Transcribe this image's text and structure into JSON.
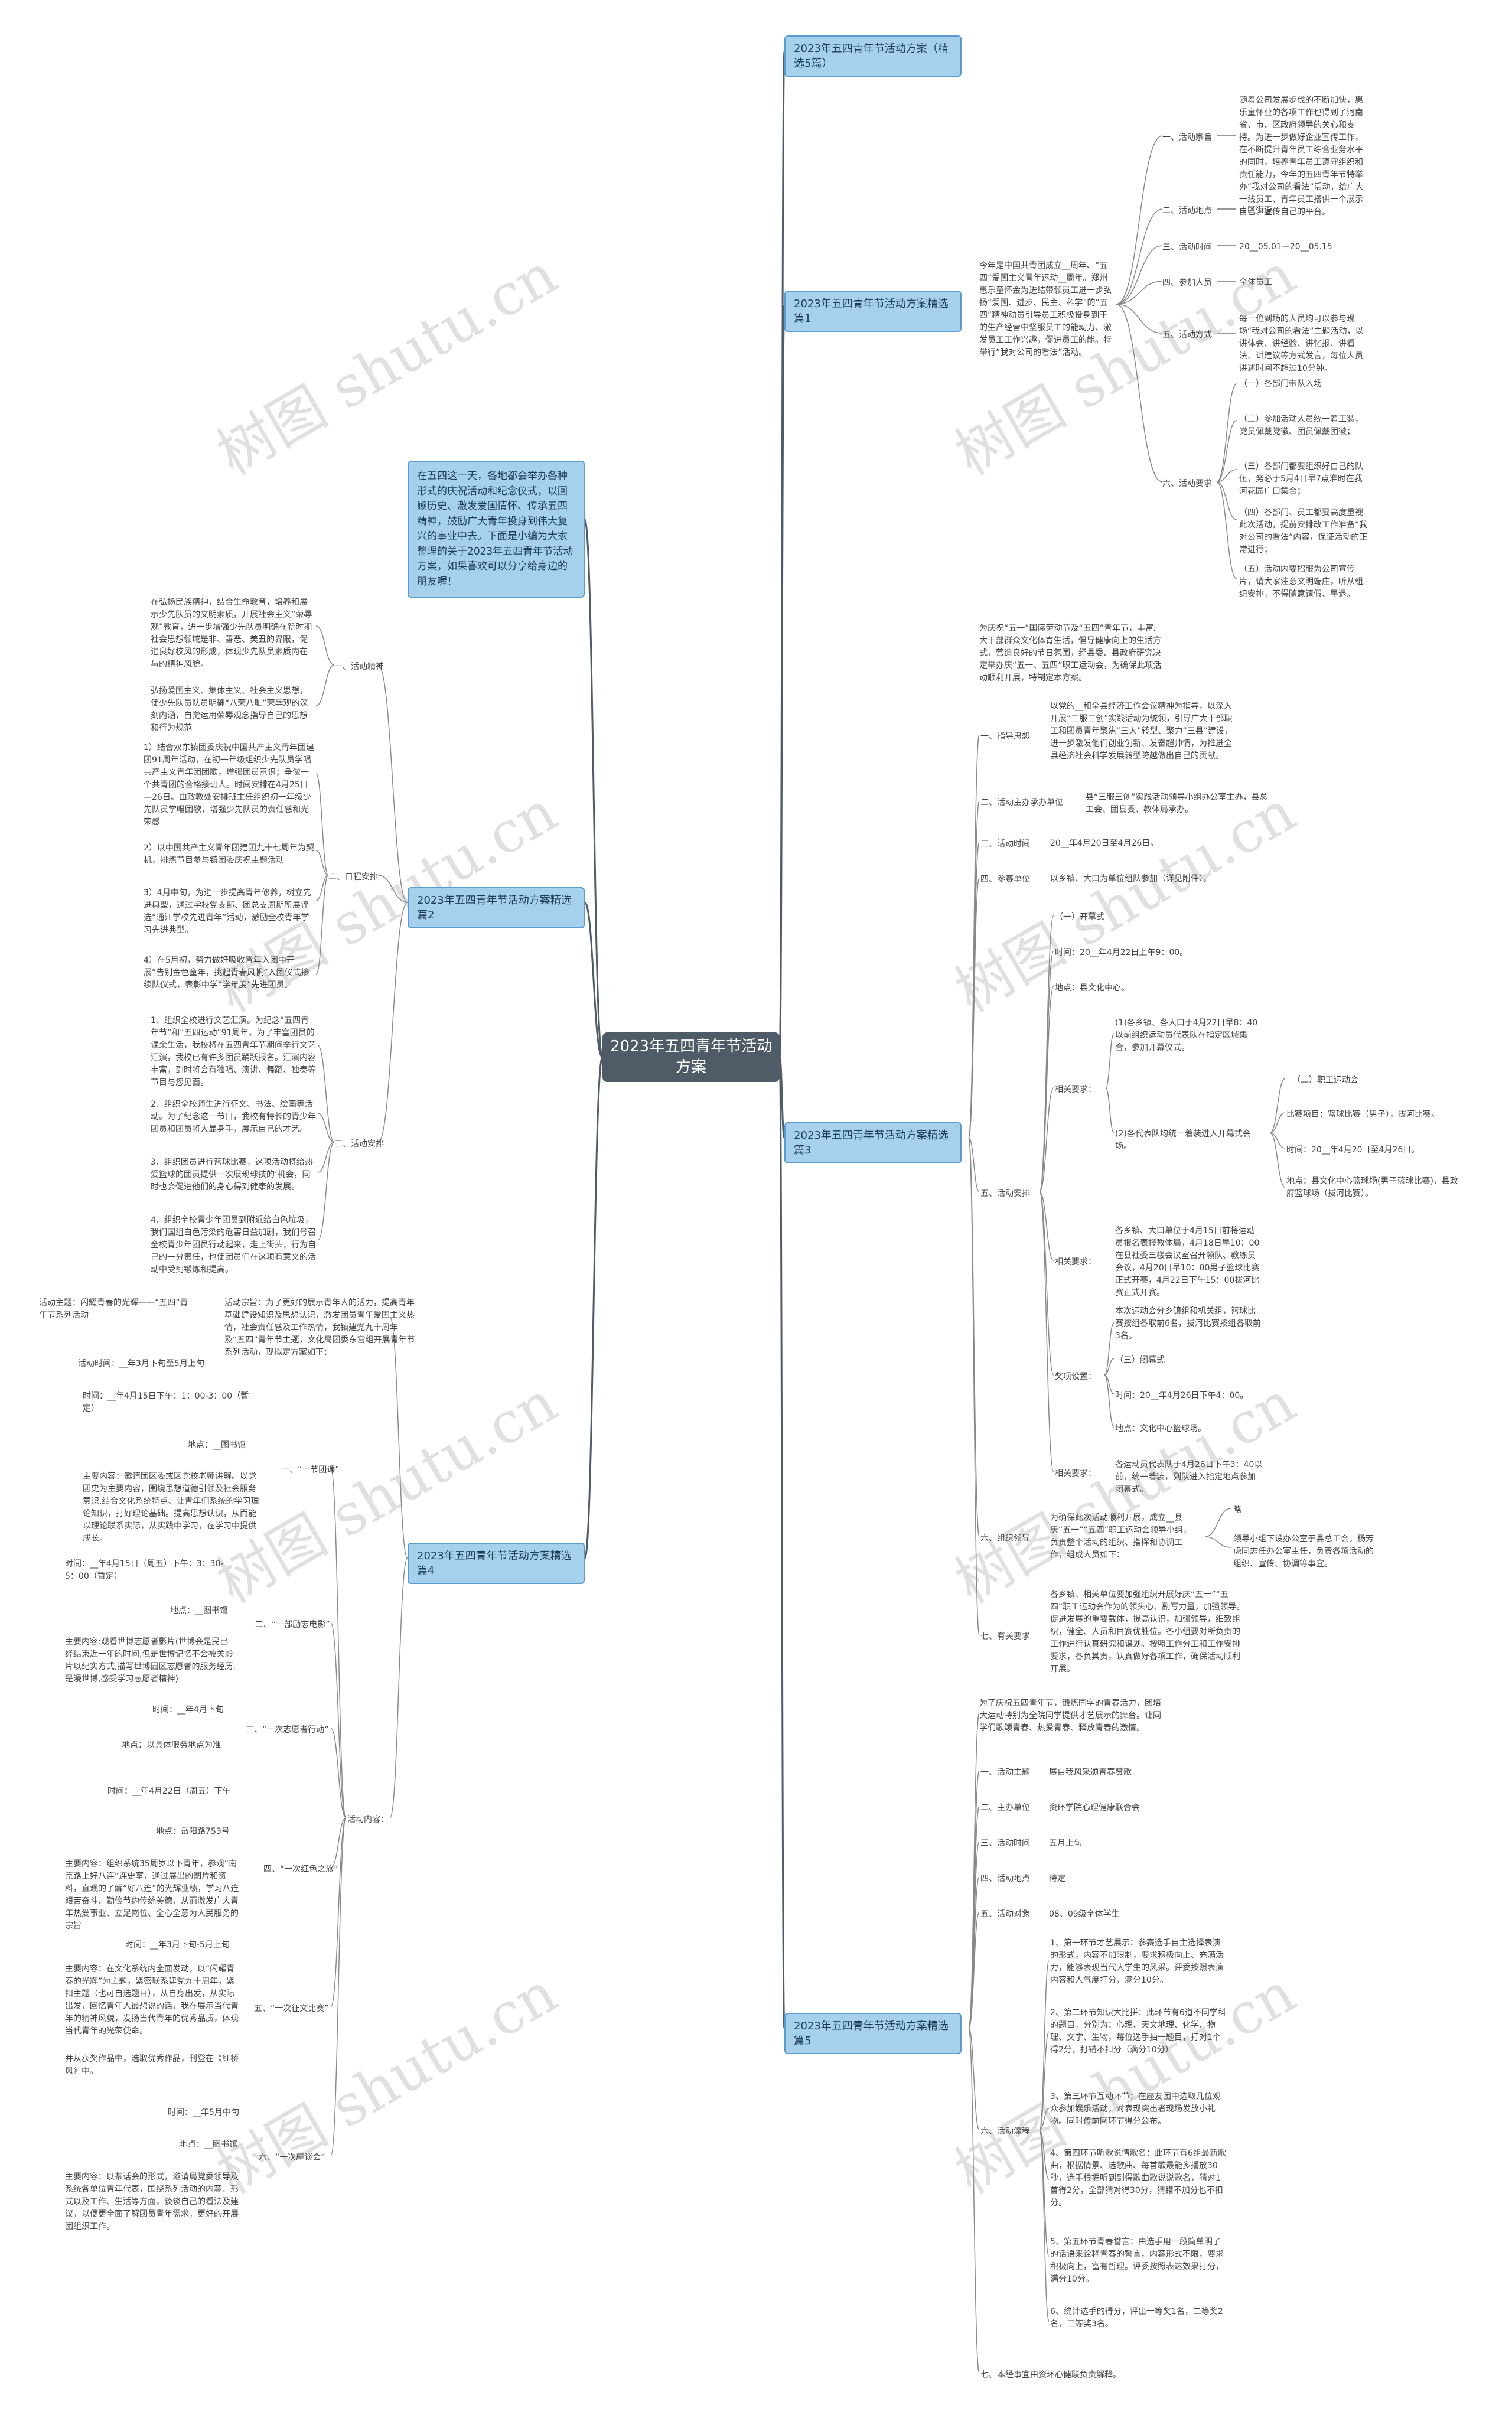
{
  "watermark": "树图 shutu.cn",
  "root": {
    "title": "2023年五四青年节活动方案"
  },
  "intro": "在五四这一天，各地都会举办各种形式的庆祝活动和纪念仪式，以回顾历史、激发爱国情怀、传承五四精神，鼓励广大青年投身到伟大复兴的事业中去。下面是小编为大家整理的关于2023年五四青年节活动方案，如果喜欢可以分享给身边的朋友喔！",
  "branches": [
    {
      "label": "2023年五四青年节活动方案（精选5篇）"
    },
    {
      "label": "2023年五四青年节活动方案精选篇1"
    },
    {
      "label": "2023年五四青年节活动方案精选篇2"
    },
    {
      "label": "2023年五四青年节活动方案精选篇3"
    },
    {
      "label": "2023年五四青年节活动方案精选篇4"
    },
    {
      "label": "2023年五四青年节活动方案精选篇5"
    }
  ],
  "p1": {
    "intro": "今年是中国共青团成立__周年、“五四”爱国主义青年运动__周年。郑州惠乐童怀金为进结带领员工进一步弘扬“爱国、进步、民主、科学”的“五四”精神动员引导员工积极投身到于的生产经营中坚服员工的能动力、激发员工工作兴趣，促进员工的能。特举行“我对公司的看法”活动。",
    "items": [
      {
        "label": "一、活动宗旨",
        "text": "随着公司发展步伐的不断加快，惠乐童怀业的各项工作也得到了河南省、市、区政府领导的关心和支持。为进一步做好企业宣传工作，在不断提升青年员工综合业务水平的同时，培养青年员工遵守组织和责任能力，今年的五四青年节特举办“我对公司的看法”活动，给广大一线员工、青年员工搭供一个展示自己、宣传自己的平台。"
      },
      {
        "label": "二、活动地点",
        "text": "市区街道"
      },
      {
        "label": "三、活动时间",
        "text": "20__05.01—20__05.15"
      },
      {
        "label": "四、参加人员",
        "text": "全体员工"
      },
      {
        "label": "五、活动方式",
        "text": "每一位到场的人员均可以参与现场“我对公司的看法”主题活动，以讲体会、讲经验、讲忆报、讲看法、讲建议等方式发言，每位人员讲述时间不超过10分钟。"
      },
      {
        "label": "六、活动要求",
        "subs": [
          "（一）各部门带队入场",
          "（二）参加活动人员统一着工装，党员佩戴党徽、团员佩戴团徽；",
          "（三）各部门都要组织好自己的队伍，务必于5月4日早7点准时在我河花园广口集合；",
          "（四）各部门、员工都要高度重视此次活动，提前安排改工作准备“我对公司的看法”内容，保证活动的正常进行；",
          "（五）活动内要招服为公司宣传片，请大家注意文明端庄，听从组织安排，不得随意请假、早退。"
        ]
      }
    ]
  },
  "p2": {
    "sections": [
      {
        "label": "一、活动精神",
        "paras": [
          "在弘扬民族精神，结合生命教育，培养和展示少先队员的文明素质，开展社会主义“荣辱观”教育，进一步增强少先队员明确在新时期社会思想领域是非、善恶、美丑的界限，促进良好校风的形成，体现少先队员素质内在与的精神风貌。",
          "弘扬爱国主义、集体主义、社会主义思想，使少先队员队员明确“八荣八耻”荣辱观的深刻内涵，自觉运用荣辱观念指导自己的思想和行为规范"
        ]
      },
      {
        "label": "二、日程安排",
        "paras": [
          "1）结合双东镇团委庆祝中国共产主义青年团建团91周年活动，在初一年级组织少先队员学唱共产主义青年团团歌，增强团员意识；争做一个共青团的合格接班人。时间安排在4月25日—26日。由政教处安排班主任组织初一年级少先队员学唱团歌，增强少先队员的责任感和光荣感",
          "2）以中国共产主义青年团建团九十七周年为契机，排练节目参与镇团委庆祝主题活动",
          "3）4月中旬，为进一步提高青年修养，树立先进典型，通过学校党支部、团总支周期所展评选“通江学校先进青年”活动，激励全校青年学习先进典型。",
          "4）在5月初，努力做好吸收青年入团中开展“告别金色童年，挑起青春风帆”入团仪式接续队仪式，表彰中学“学年度”先进团员。"
        ]
      },
      {
        "label": "三、活动安排",
        "paras": [
          "1、组织全校进行文艺汇演。为纪念“五四青年节”和“五四运动”91周年，为了丰富团员的课余生活，我校将在五四青年节期间举行文艺汇演，我校已有许多团员踊跃报名。汇演内容丰富，到时将会有独唱、演讲、舞蹈、独奏等节目与您见面。",
          "2、组织全校师生进行征文、书法、绘画等活动。为了纪念这一节日，我校有特长的青少年团员和团员将大显身手，展示自己的才艺。",
          "3、组织团员进行篮球比赛，这项活动将给热爱篮球的团员提供一次展现球技的‘机会，同时也会促进他们的身心得到健康的发展。",
          "4、组织全校青少年团员到附近给白色垃圾，我们国组白色污染的危害日益加剧，我们号召全校青少年团员行动起来，走上街头，行为自己的一分责任，也使团员们在这项有意义的活动中受到锻炼和提高。"
        ]
      }
    ]
  },
  "p3": {
    "intro": "为庆祝“五一”国际劳动节及“五四”青年节，丰富广大干部群众文化体育生活，倡导健康向上的生活方式，营造良好的节日氛围，经县委、县政府研究决定举办庆“五一、五四”职工运动会，为确保此项活动顺利开展，特制定本方案。",
    "items": [
      {
        "label": "一、指导思想",
        "text": "以党的__和全县经济工作会议精神为指导，以深入开展“三服三创”实践活动为统领，引导广大干部职工和团员青年聚焦“三大”转型、聚力“三县”建设，进一步激发他们创业创新、发奋超帅情，为推进全县经济社会科学发展转型跨越做出自己的贡献。"
      },
      {
        "label": "二、活动主办承办单位",
        "text": "县“三服三创”实践活动领导小组办公室主办，县总工会、团县委、教体局承办。"
      },
      {
        "label": "三、活动时间",
        "text": "20__年4月20日至4月26日。"
      },
      {
        "label": "四、参赛单位",
        "text": "以乡镇、大口为单位组队参加（详见附件）。"
      },
      {
        "label": "五、活动安排"
      },
      {
        "label": "六、组织领导",
        "text": "为确保此次活动顺利开展，成立__县庆“五一”“五四”职工运动会领导小组，负责整个活动的组织、指挥和协调工作，组成人员如下："
      },
      {
        "label": "七、有关要求",
        "text": "各乡镇、相关单位要加强组织开展好庆“五一”“五四”职工运动会作为的领头心、副写力量，加强领导。促进发展的重要载体，提高认识，加强领导，细致组织，健全、人员和目赛优胜位。各小组要对所负责的工作进行认真研究和谋划。按照工作分工和工作安排要求，各负其责，认真做好各项工作，确保活动顺利开展。"
      }
    ],
    "opening": "（一）开幕式",
    "opening_time": "时间：20__年4月22日上午9：00。",
    "opening_place": "地点：县文化中心。",
    "req_label": "相关要求：",
    "req1": "(1)各乡镇、各大口于4月22日早8：40以前组织运动员代表队在指定区域集合，参加开幕仪式。",
    "req2": "(2)各代表队均统一着装进入开幕式会场。",
    "staff_meet": "（二）职工运动会",
    "projects": "比赛项目：篮球比赛（男子），拔河比赛。",
    "meet_time": "时间：20__年4月20日至4月26日。",
    "meet_place": "地点：县文化中心篮球场(男子篮球比赛)，县政府篮球场（拔河比赛）。",
    "req3": "各乡镇、大口单位于4月15日前将运动员报名表报教体局，4月18日早10：00在县社委三楼会议室召开领队、教练员会议，4月20日早10：00男子篮球比赛正式开赛，4月22日下午15：00拔河比赛正式开赛。",
    "award_label": "奖项设置：",
    "award_text": "本次运动会分乡镇组和机关组，篮球比赛按组各取前6名，拔河比赛按组各取前3名。",
    "closing": "（三）闭幕式",
    "closing_time": "时间：20__年4月26日下午4：00。",
    "closing_place": "地点：文化中心篮球场。",
    "req4": "各运动员代表队于4月26日下午3：40以前，统一着装，列队进入指定地点参加闭幕式。",
    "leader_head": "略",
    "leader_text": "领导小组下设办公室于县总工会，杨芳虎同志任办公室主任，负责各项活动的组织、宣传、协调等事宜。"
  },
  "p4": {
    "subject": "活动主题：闪耀青春的光辉——“五四”青年节系列活动",
    "period": "活动时间：__年3月下旬至5月上旬",
    "purpose": "活动宗旨：为了更好的展示青年人的活力，提高青年基础建设知识及思想认识，激发团员青年爱国主义热情，社会责任感及工作热情，我镇建党九十周年及“五四”青年节主题，文化局团委东宫组开展青年节系列活动，现拟定方案如下：",
    "content_label": "活动内容：",
    "acts": [
      {
        "label": "一、“一节团课”",
        "time": "时间：__年4月15日下午：1：00-3：00（暂定）",
        "place": "地点：__图书馆",
        "body": "主要内容：邀请团区委或区党校老师讲解。以党团史为主要内容，围绕思想道德引领及社会服务意识,结合文化系统特点、让青年们系统的学习理论知识，打好理论基础。提高思想认识，从而能以理论联系实际，从实践中学习，在学习中提供成长。"
      },
      {
        "label": "二、“一部励志电影”",
        "time": "时间：__年4月15日（周五）下午：3：30-5：00（暂定）",
        "place": "地点：__图书馆",
        "body": "主要内容:观看世博志愿者影片(世博会是民已经结束近一年的时间,但是世博记忆不会被关影片以纪实方式,描写世博园区志愿者的服务经历,是漫世博,感受学习志愿者精神)"
      },
      {
        "label": "三、“一次志愿者行动”",
        "time": "时间：__年4月下旬",
        "place": "地点：以具体服务地点为准"
      },
      {
        "label": "四、“一次红色之旅”",
        "time": "时间：__年4月22日（周五）下午",
        "place": "地点：岳阳路753号",
        "body": "主要内容：组织系统35周岁以下青年，参观“南京路上好八连”连史室，通过展出的图片和资料，直观的了解“好八连”的光辉业绩，学习八连艰苦奋斗、勤俭节约传统美德，从而激发广大青年热爱事业、立足岗位、全心全意为人民服务的宗旨"
      },
      {
        "label": "五、“一次征文比赛”",
        "time": "时间：__年3月下旬-5月上旬",
        "body": "主要内容：在文化系统内全面发动，以“闪耀青春的光辉”为主题，紧密联系建党九十周年，紧扣主题（也可自选题目），从自身出发，从实际出发，回忆青年人最想说的话，我在展示当代青年的精神风貌，发扬当代青年的优秀品质，体现当代青年的光荣使命。",
        "body2": "并从获奖作品中，选取优秀作品，刊登在《红桥风》中。"
      },
      {
        "label": "六、“一次座谈会”",
        "time": "时间：__年5月中旬",
        "place": "地点：__图书馆",
        "body": "主要内容：以茶话会的形式，邀请局党委领导及系统各单位青年代表，围绕系列活动的内容、形式以及工作、生活等方面，谈谈自己的看法及建议，以便更全面了解团员青年需求，更好的开展团组织工作。"
      }
    ]
  },
  "p5": {
    "intro": "为了庆祝五四青年节，锻炼同学的青春活力，团培大运动特别为全院同学提供才艺展示的舞台。让同学们歌颂青春、热爱青春、释放青春的激情。",
    "items": [
      {
        "label": "一、活动主题",
        "text": "展自我风采颂青春赞歌"
      },
      {
        "label": "二、主办单位",
        "text": "资环学院心理健康联合会"
      },
      {
        "label": "三、活动时间",
        "text": "五月上旬"
      },
      {
        "label": "四、活动地点",
        "text": "待定"
      },
      {
        "label": "五、活动对象",
        "text": "08、09级全体学生"
      },
      {
        "label": "六、活动流程",
        "subs": [
          "1、第一环节才艺展示：参赛选手自主选择表演的形式，内容不加限制，要求积极向上、充满活力，能够表现当代大学生的风采。评委按照表演内容和人气度打分，满分10分。",
          "2、第二环节知识大比拼：此环节有6道不同学科的题目，分别为：心理、天文地理、化学、物理、文学、生物，每位选手抽一题目，打对1个得2分，打错不扣分（满分10分）",
          "3、第三环节互动环节：在座友团中选取几位观众参加娱乐活动，对表现突出者现场发放小礼物。同时传前网环节得分公布。",
          "4、第四环节听歌说情歌名：此环节有6组最新歌曲，根据情景、选歌曲、每首歌最能多播放30秒，选手根据听到到得歌曲歌说说歌名，猜对1首得2分，全部猜对得30分，猜错不加分也不扣分。",
          "5、第五环节青春誓言：由选手用一段简单明了的话语来诠释青春的誓言，内容形式不限，要求积极向上，富有哲理。评委按照表达效果打分，满分10分。",
          "6、统计选手的得分，评出一等奖1名，二等奖2名，三等奖3名。"
        ]
      },
      {
        "label": "七、本经事宜由资环心健联负责解释。"
      }
    ]
  }
}
